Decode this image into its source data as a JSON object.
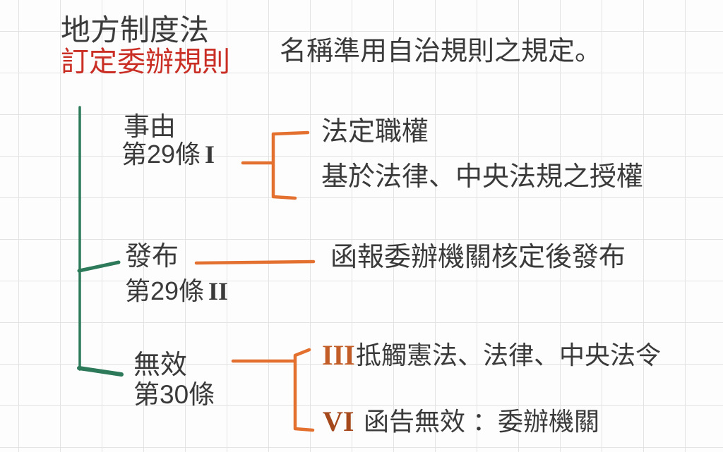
{
  "colors": {
    "text": "#3a3a3a",
    "red": "#ca2f26",
    "orange": "#e4702f",
    "numeral_orange": "#c25d28",
    "numeral_brown": "#a5491c",
    "green": "#2d7a5a",
    "grid": "#e3e3e3",
    "background": "#fdfdfd"
  },
  "header": {
    "law_title": "地方制度法",
    "subtitle": "訂定委辦規則",
    "note": "名稱準用自治規則之規定。"
  },
  "tree": {
    "branches": [
      {
        "label": "事由",
        "article_base": "第29條",
        "article_numeral": "I",
        "children": {
          "line1": "法定職權",
          "line2": "基於法律、中央法規之授權"
        }
      },
      {
        "label": "發布",
        "article_base": "第29條",
        "article_numeral": "II",
        "children": {
          "line1": "函報委辦機關核定後發布"
        }
      },
      {
        "label": "無效",
        "article_base": "第30條",
        "article_numeral": "",
        "children": {
          "item1": {
            "numeral": "III",
            "text": "抵觸憲法、法律、中央法令"
          },
          "item2": {
            "numeral": "VI",
            "text": "函告無效 ：委辦機關"
          }
        }
      }
    ]
  }
}
